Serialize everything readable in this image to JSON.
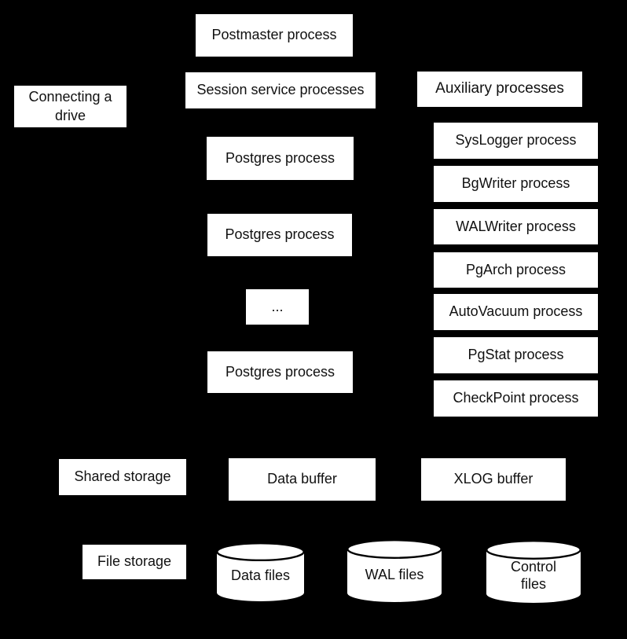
{
  "colors": {
    "background": "#000000",
    "node_fill": "#ffffff",
    "text": "#111111",
    "cylinder_stroke": "#000000"
  },
  "nodes": {
    "postmaster": {
      "label": "Postmaster process"
    },
    "session_service": {
      "label": "Session service processes"
    },
    "connecting_drive": {
      "label": "Connecting a drive"
    },
    "auxiliary": {
      "label": "Auxiliary processes"
    },
    "postgres_1": {
      "label": "Postgres process"
    },
    "postgres_2": {
      "label": "Postgres process"
    },
    "ellipsis": {
      "label": "..."
    },
    "postgres_3": {
      "label": "Postgres process"
    },
    "syslogger": {
      "label": "SysLogger process"
    },
    "bgwriter": {
      "label": "BgWriter process"
    },
    "walwriter": {
      "label": "WALWriter process"
    },
    "pgarch": {
      "label": "PgArch process"
    },
    "autovacuum": {
      "label": "AutoVacuum process"
    },
    "pgstat": {
      "label": "PgStat process"
    },
    "checkpoint": {
      "label": "CheckPoint process"
    },
    "shared_storage": {
      "label": "Shared storage"
    },
    "data_buffer": {
      "label": "Data buffer"
    },
    "xlog_buffer": {
      "label": "XLOG buffer"
    },
    "file_storage": {
      "label": "File storage"
    },
    "data_files": {
      "label": "Data files"
    },
    "wal_files": {
      "label": "WAL files"
    },
    "control_files": {
      "label": "Control files"
    }
  }
}
